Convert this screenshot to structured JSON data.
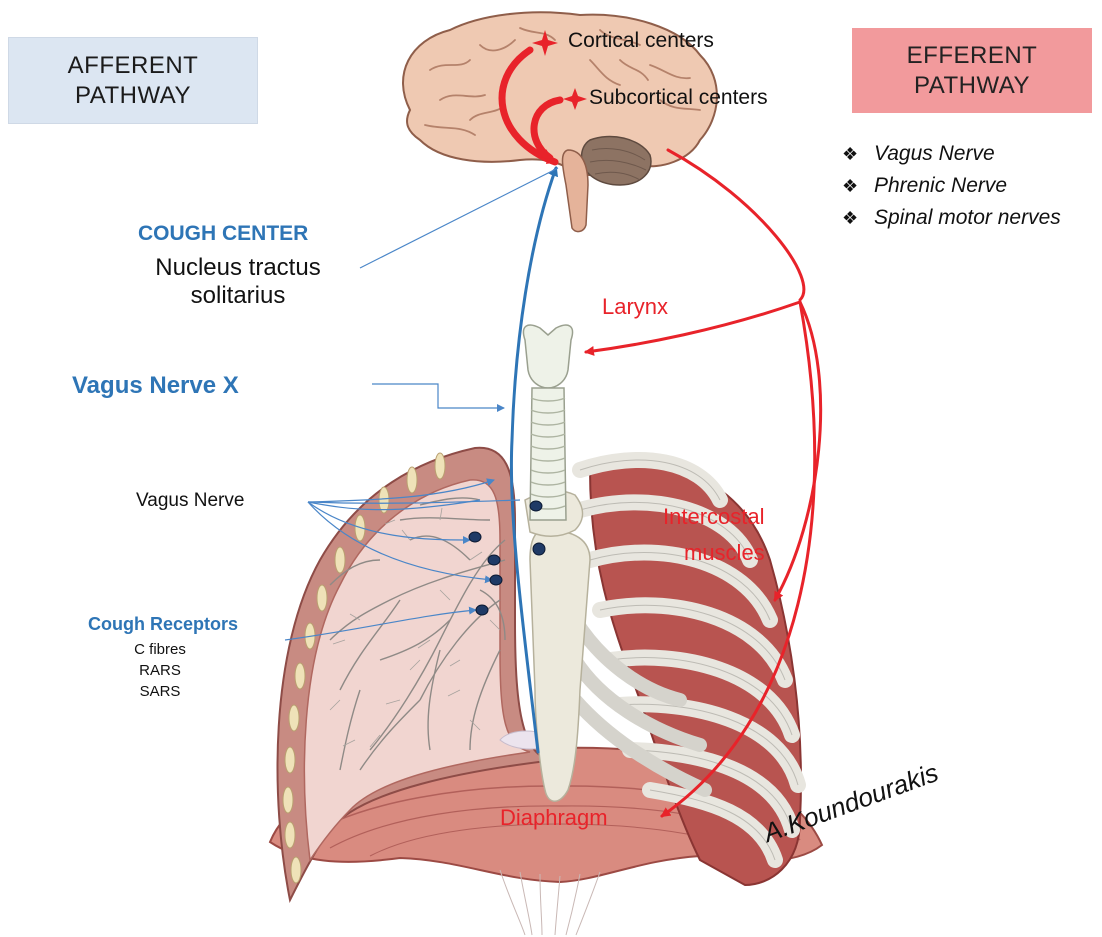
{
  "afferent": {
    "line1": "AFFERENT",
    "line2": "PATHWAY"
  },
  "efferent": {
    "line1": "EFFERENT",
    "line2": "PATHWAY",
    "nerves": [
      "Vagus Nerve",
      "Phrenic Nerve",
      "Spinal motor nerves"
    ]
  },
  "brain": {
    "cortical": "Cortical centers",
    "subcortical": "Subcortical centers"
  },
  "cough_center": {
    "title": "COUGH CENTER",
    "line1": "Nucleus tractus",
    "line2": "solitarius"
  },
  "vagus_x": "Vagus Nerve X",
  "vagus": "Vagus Nerve",
  "receptors": {
    "title": "Cough Receptors",
    "items": [
      "C fibres",
      "RARS",
      "SARS"
    ]
  },
  "targets": {
    "larynx": "Larynx",
    "intercostal_1": "Intercostal",
    "intercostal_2": "muscles",
    "diaphragm": "Diaphragm"
  },
  "signature": "A.Koundourakis",
  "colors": {
    "afferent_box": "#dce6f2",
    "efferent_box": "#f29a9c",
    "afferent_line": "#2e75b6",
    "efferent_line": "#e8232a"
  },
  "icons": {
    "list_bullet": "four-diamond-bullet-icon",
    "center_marker": "four-point-star-icon"
  }
}
